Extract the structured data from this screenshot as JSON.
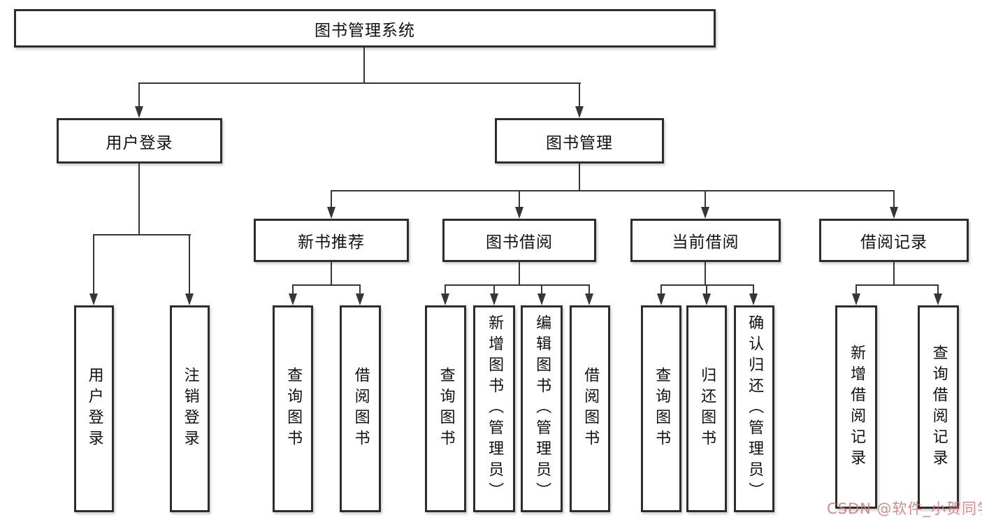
{
  "diagram_type": "hierarchy-tree",
  "tree": {
    "label": "图书管理系统",
    "children": [
      {
        "label": "用户登录",
        "children": [
          {
            "label": "用户登录"
          },
          {
            "label": "注销登录"
          }
        ]
      },
      {
        "label": "图书管理",
        "children": [
          {
            "label": "新书推荐",
            "children": [
              {
                "label": "查询图书"
              },
              {
                "label": "借阅图书"
              }
            ]
          },
          {
            "label": "图书借阅",
            "children": [
              {
                "label": "查询图书"
              },
              {
                "label": "新增图书（管理员）"
              },
              {
                "label": "编辑图书（管理员）"
              },
              {
                "label": "借阅图书"
              }
            ]
          },
          {
            "label": "当前借阅",
            "children": [
              {
                "label": "查询图书"
              },
              {
                "label": "归还图书"
              },
              {
                "label": "确认归还（管理员）"
              }
            ]
          },
          {
            "label": "借阅记录",
            "children": [
              {
                "label": "新增借阅记录"
              },
              {
                "label": "查询借阅记录"
              }
            ]
          }
        ]
      }
    ]
  },
  "watermark": {
    "text": "CSDN @软件_小贺同学",
    "color": "#cb7676"
  },
  "colors": {
    "background": "#ffffff",
    "box_fill": "#ffffff",
    "box_border": "#2d2d2d",
    "line": "#363636",
    "text": "#111111"
  }
}
